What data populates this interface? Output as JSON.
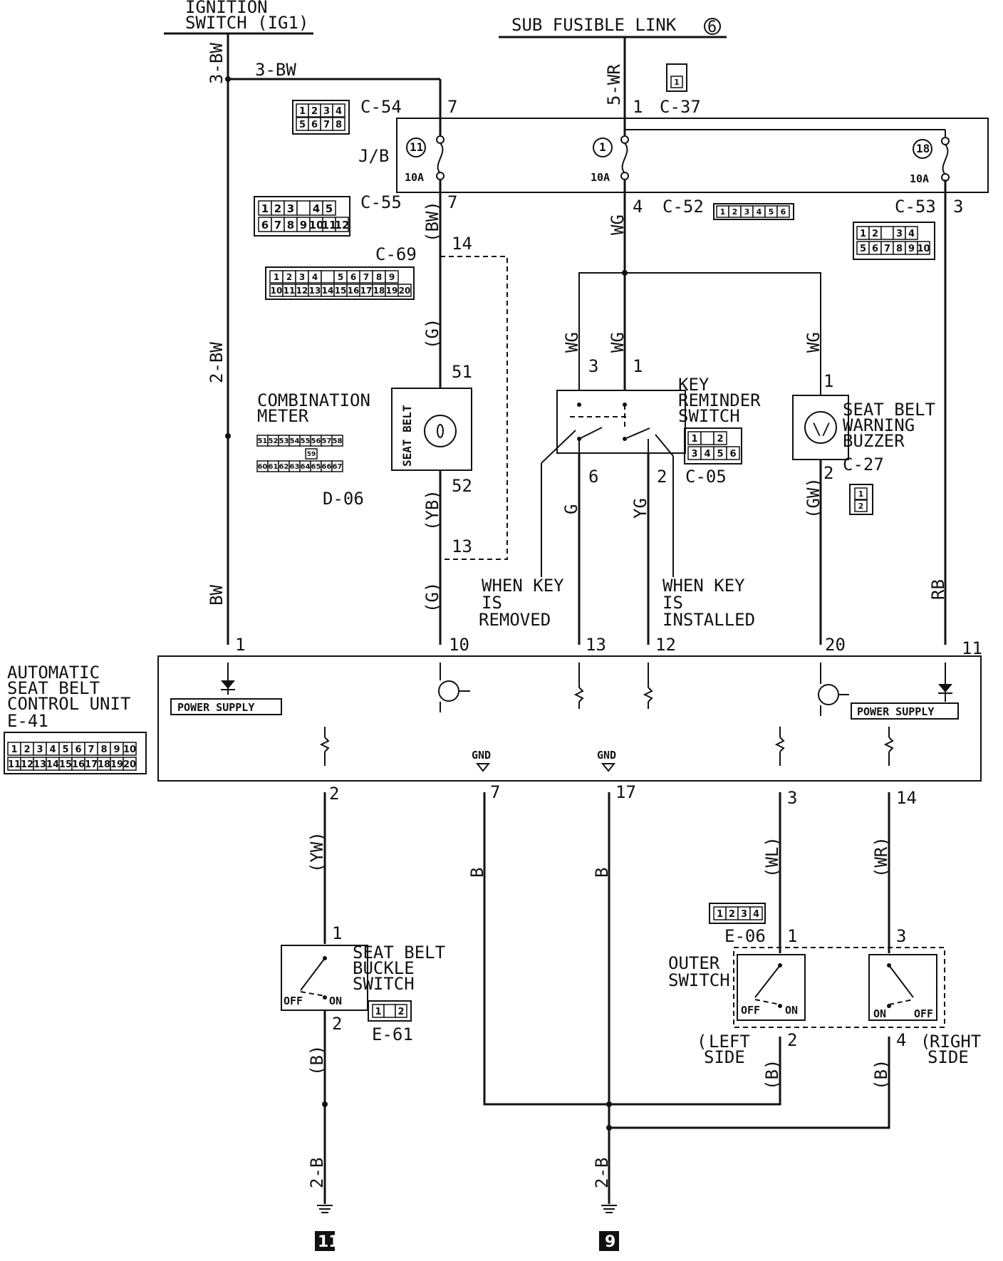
{
  "top": {
    "ignition_label_1": "IGNITION",
    "ignition_label_2": "SWITCH (IG1)",
    "fusible_label": "SUB FUSIBLE LINK",
    "fusible_num": "6"
  },
  "wires": {
    "w_3bw_vert": "3-BW",
    "w_3bw_horiz": "3-BW",
    "w_2bw": "2-BW",
    "w_bw": "BW",
    "w_5wr": "5-WR",
    "w_wg_main": "WG",
    "w_wg_left": "WG",
    "w_wg_mid": "WG",
    "w_wg_right": "WG",
    "w_bw_paren": "(BW)",
    "w_g_upper": "(G)",
    "w_yb": "(YB)",
    "w_g_lower": "(G)",
    "w_g": "G",
    "w_yg": "YG",
    "w_gw": "(GW)",
    "w_rb": "RB",
    "w_yw": "(YW)",
    "w_b_left": "(B)",
    "w_b_mid1": "B",
    "w_b_mid2": "B",
    "w_wl": "(WL)",
    "w_wr": "(WR)",
    "w_b_outer_left": "(B)",
    "w_b_outer_right": "(B)",
    "w_2b_left": "2-B",
    "w_2b_right": "2-B"
  },
  "connectors": {
    "c54": "C-54",
    "c55": "C-55",
    "c69": "C-69",
    "c37": "C-37",
    "c52": "C-52",
    "c53": "C-53",
    "c05": "C-05",
    "c27": "C-27",
    "d06": "D-06",
    "e41": "E-41",
    "e61": "E-61",
    "e06": "E-06",
    "jb": "J/B"
  },
  "pins": {
    "p7_c54": "7",
    "p7_c55": "7",
    "p14": "14",
    "p51": "51",
    "p52": "52",
    "p13": "13",
    "p1_c37": "1",
    "p4_c52": "4",
    "p3_c53": "3",
    "p3_krs": "3",
    "p1_krs": "1",
    "p6_krs": "6",
    "p2_krs": "2",
    "p1_buz": "1",
    "p2_buz": "2",
    "u1": "1",
    "u10": "10",
    "u13": "13",
    "u12": "12",
    "u20": "20",
    "u11": "11",
    "u2": "2",
    "u7": "7",
    "u17": "17",
    "u3": "3",
    "u14": "14",
    "sb1": "1",
    "sb2": "2",
    "os1": "1",
    "os2": "2",
    "os3": "3",
    "os4": "4"
  },
  "fuses": {
    "f11": "11",
    "f1": "1",
    "f18": "18",
    "f11_rating": "10A",
    "f1_rating": "10A",
    "f18_rating": "10A"
  },
  "components": {
    "combination_meter_1": "COMBINATION",
    "combination_meter_2": "METER",
    "seat_belt_lamp": "SEAT BELT",
    "key_reminder_1": "KEY",
    "key_reminder_2": "REMINDER",
    "key_reminder_3": "SWITCH",
    "buzzer_1": "SEAT BELT",
    "buzzer_2": "WARNING",
    "buzzer_3": "BUZZER",
    "when_removed_1": "WHEN KEY",
    "when_removed_2": "IS",
    "when_removed_3": "REMOVED",
    "when_installed_1": "WHEN KEY",
    "when_installed_2": "IS",
    "when_installed_3": "INSTALLED",
    "unit_1": "AUTOMATIC",
    "unit_2": "SEAT BELT",
    "unit_3": "CONTROL UNIT",
    "power_supply_left": "POWER SUPPLY",
    "power_supply_right": "POWER SUPPLY",
    "gnd_1": "GND",
    "gnd_2": "GND",
    "buckle_1": "SEAT BELT",
    "buckle_2": "BUCKLE",
    "buckle_3": "SWITCH",
    "buckle_off": "OFF",
    "buckle_on": "ON",
    "outer_1": "OUTER",
    "outer_2": "SWITCH",
    "outer_l_off": "OFF",
    "outer_l_on": "ON",
    "outer_r_on": "ON",
    "outer_r_off": "OFF",
    "left_side_1": "LEFT",
    "left_side_2": "SIDE",
    "right_side_1": "RIGHT",
    "right_side_2": "SIDE"
  },
  "grounds": {
    "g11": "11",
    "g9": "9"
  },
  "connector_pins": {
    "c54": [
      [
        "1",
        "2",
        "3",
        "4"
      ],
      [
        "5",
        "6",
        "7",
        "8"
      ]
    ],
    "c55": [
      [
        "1",
        "2",
        "3",
        "",
        "4",
        "5"
      ],
      [
        "6",
        "7",
        "8",
        "9",
        "10",
        "11",
        "12"
      ]
    ],
    "c69_top": [
      "1",
      "2",
      "3",
      "4",
      "",
      "5",
      "6",
      "7",
      "8",
      "9"
    ],
    "c69_bot": [
      "10",
      "11",
      "12",
      "13",
      "14",
      "15",
      "16",
      "17",
      "18",
      "19",
      "20"
    ],
    "c52": [
      "1",
      "2",
      "3",
      "4",
      "5",
      "6"
    ],
    "c53": [
      [
        "1",
        "2",
        "",
        "3",
        "4"
      ],
      [
        "5",
        "6",
        "7",
        "8",
        "9",
        "10"
      ]
    ],
    "d06_top": [
      "51",
      "52",
      "53",
      "54",
      "55",
      "56",
      "57",
      "58"
    ],
    "d06_mid": "59",
    "d06_bot": [
      "60",
      "61",
      "62",
      "63",
      "64",
      "65",
      "66",
      "67"
    ],
    "c05": [
      [
        "1",
        "",
        "2"
      ],
      [
        "3",
        "4",
        "5",
        "6"
      ]
    ],
    "c27": [
      "1",
      "2"
    ],
    "e41_row1": [
      "1",
      "2",
      "3",
      "4",
      "5",
      "6",
      "7",
      "8",
      "9",
      "10"
    ],
    "e41_row2": [
      "11",
      "12",
      "13",
      "14",
      "15",
      "16",
      "17",
      "18",
      "19",
      "20"
    ],
    "e61": [
      "1",
      "",
      "2"
    ],
    "e06": [
      "1",
      "2",
      "3",
      "4"
    ],
    "c37": "1"
  }
}
